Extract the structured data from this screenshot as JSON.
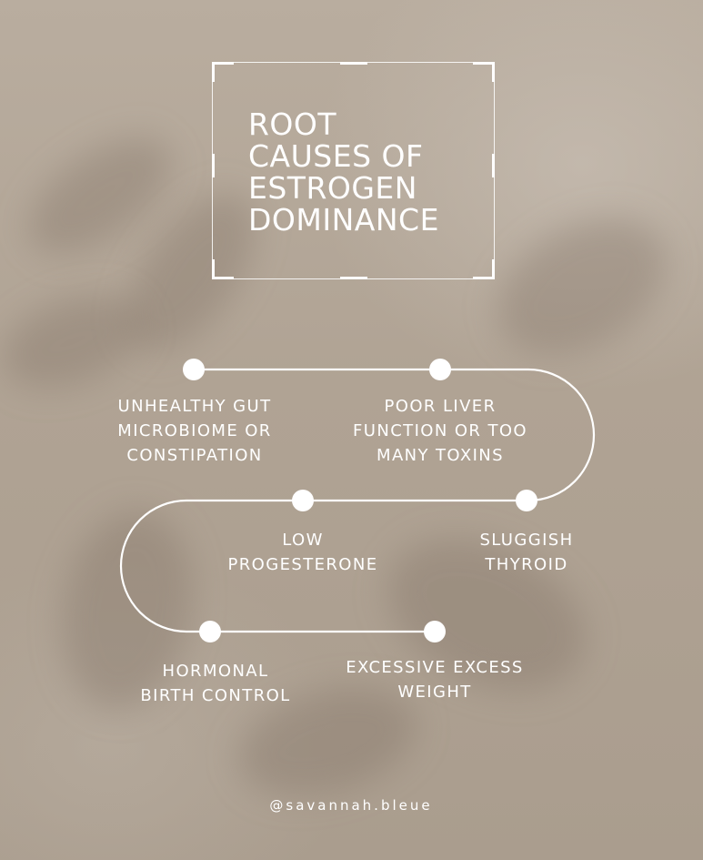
{
  "title": {
    "lines": [
      "ROOT",
      "CAUSES OF",
      "ESTROGEN",
      "DOMINANCE"
    ]
  },
  "causes": [
    {
      "lines": [
        "UNHEALTHY GUT",
        "MICROBIOME OR",
        "CONSTIPATION"
      ]
    },
    {
      "lines": [
        "POOR LIVER",
        "FUNCTION OR TOO",
        "MANY TOXINS"
      ]
    },
    {
      "lines": [
        "LOW",
        "PROGESTERONE"
      ]
    },
    {
      "lines": [
        "SLUGGISH",
        "THYROID"
      ]
    },
    {
      "lines": [
        "HORMONAL",
        "BIRTH CONTROL"
      ]
    },
    {
      "lines": [
        "EXCESSIVE EXCESS",
        "WEIGHT"
      ]
    }
  ],
  "footer": {
    "handle": "@savannah.bleue"
  },
  "colors": {
    "text": "#ffffff",
    "line": "#ffffff",
    "background": "#b3a698"
  }
}
